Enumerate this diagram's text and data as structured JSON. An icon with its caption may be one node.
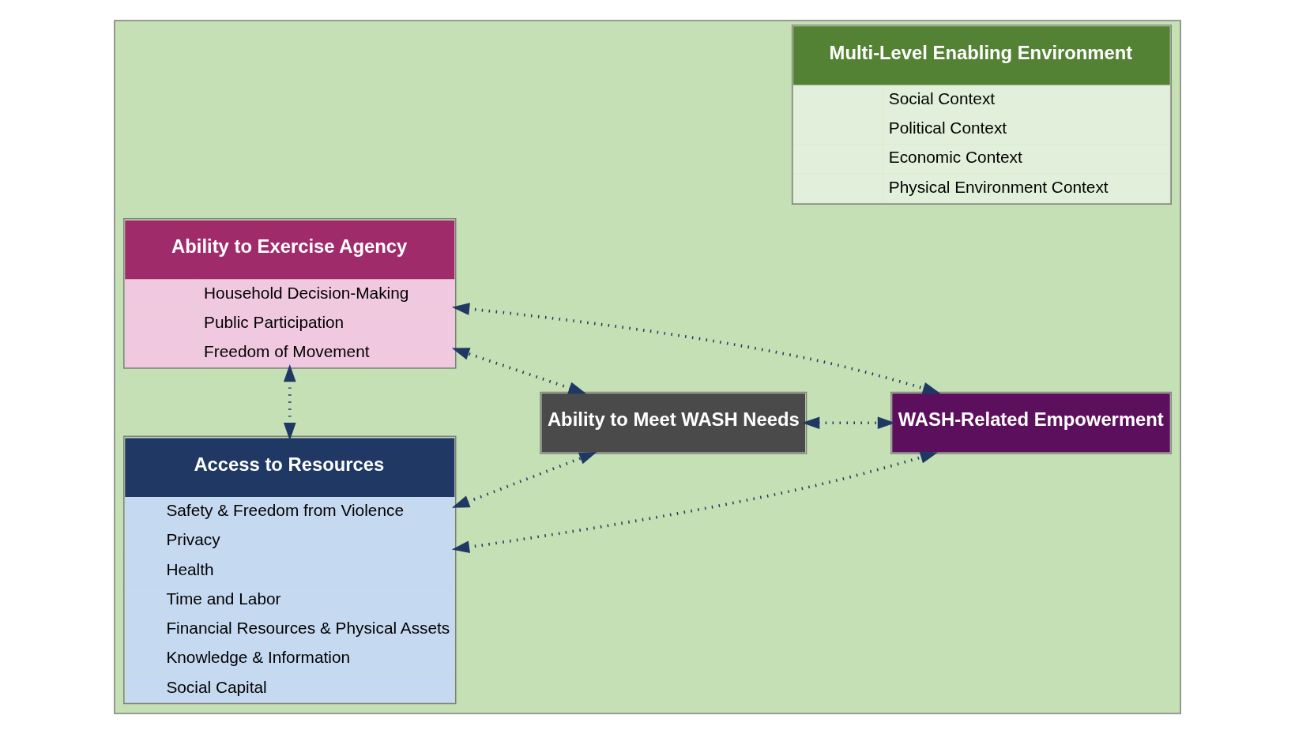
{
  "diagram": {
    "nodes": [
      {
        "text": [
          "Multi-Level Enabling Environment",
          "Social Context",
          "Political Context",
          "Economic Context",
          "Physical Environment Context"
        ]
      },
      {
        "text": [
          "Access to Resources",
          "Safety & Freedom from Violence",
          "Privacy",
          "Health",
          "Time and Labor",
          "Financial Resources & Physical Assets",
          "Knowledge & Information",
          "Social Capital"
        ],
        "in": 0
      },
      {
        "text": [
          "Ability to Meet WASH Needs"
        ],
        "in": 0
      },
      {
        "text": [
          "WASH-Related Empowerment"
        ],
        "in": 0
      },
      {
        "text": [
          "Ability to Exercise Agency",
          "Household Decision-Making",
          "Public Participation",
          "Freedom of Movement"
        ],
        "in": 0
      }
    ],
    "edges": [
      {
        "from": 1,
        "to": 3,
        "arrow": "both"
      },
      {
        "from": 1,
        "to": 2,
        "arrow": "both"
      },
      {
        "from": 2,
        "to": 3,
        "arrow": "both"
      },
      {
        "from": 2,
        "to": 4,
        "arrow": "both"
      },
      {
        "from": 4,
        "to": 3,
        "arrow": "both"
      },
      {
        "from": 1,
        "to": 4,
        "arrow": "both"
      }
    ]
  }
}
